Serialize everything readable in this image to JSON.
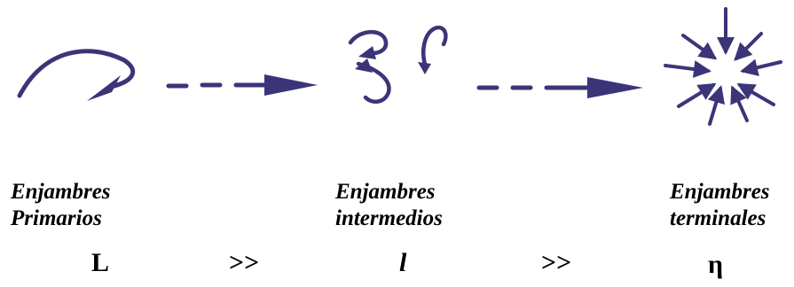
{
  "stages": [
    {
      "line1": "Enjambres",
      "line2": "Primarios",
      "symbol": "L"
    },
    {
      "line1": "Enjambres",
      "line2": "intermedios",
      "symbol": "l"
    },
    {
      "line1": "Enjambres",
      "line2": "terminales",
      "symbol": "η"
    }
  ],
  "relations": [
    ">>",
    ">>"
  ],
  "colors": {
    "ink": "#3b3578",
    "text": "#000000"
  }
}
